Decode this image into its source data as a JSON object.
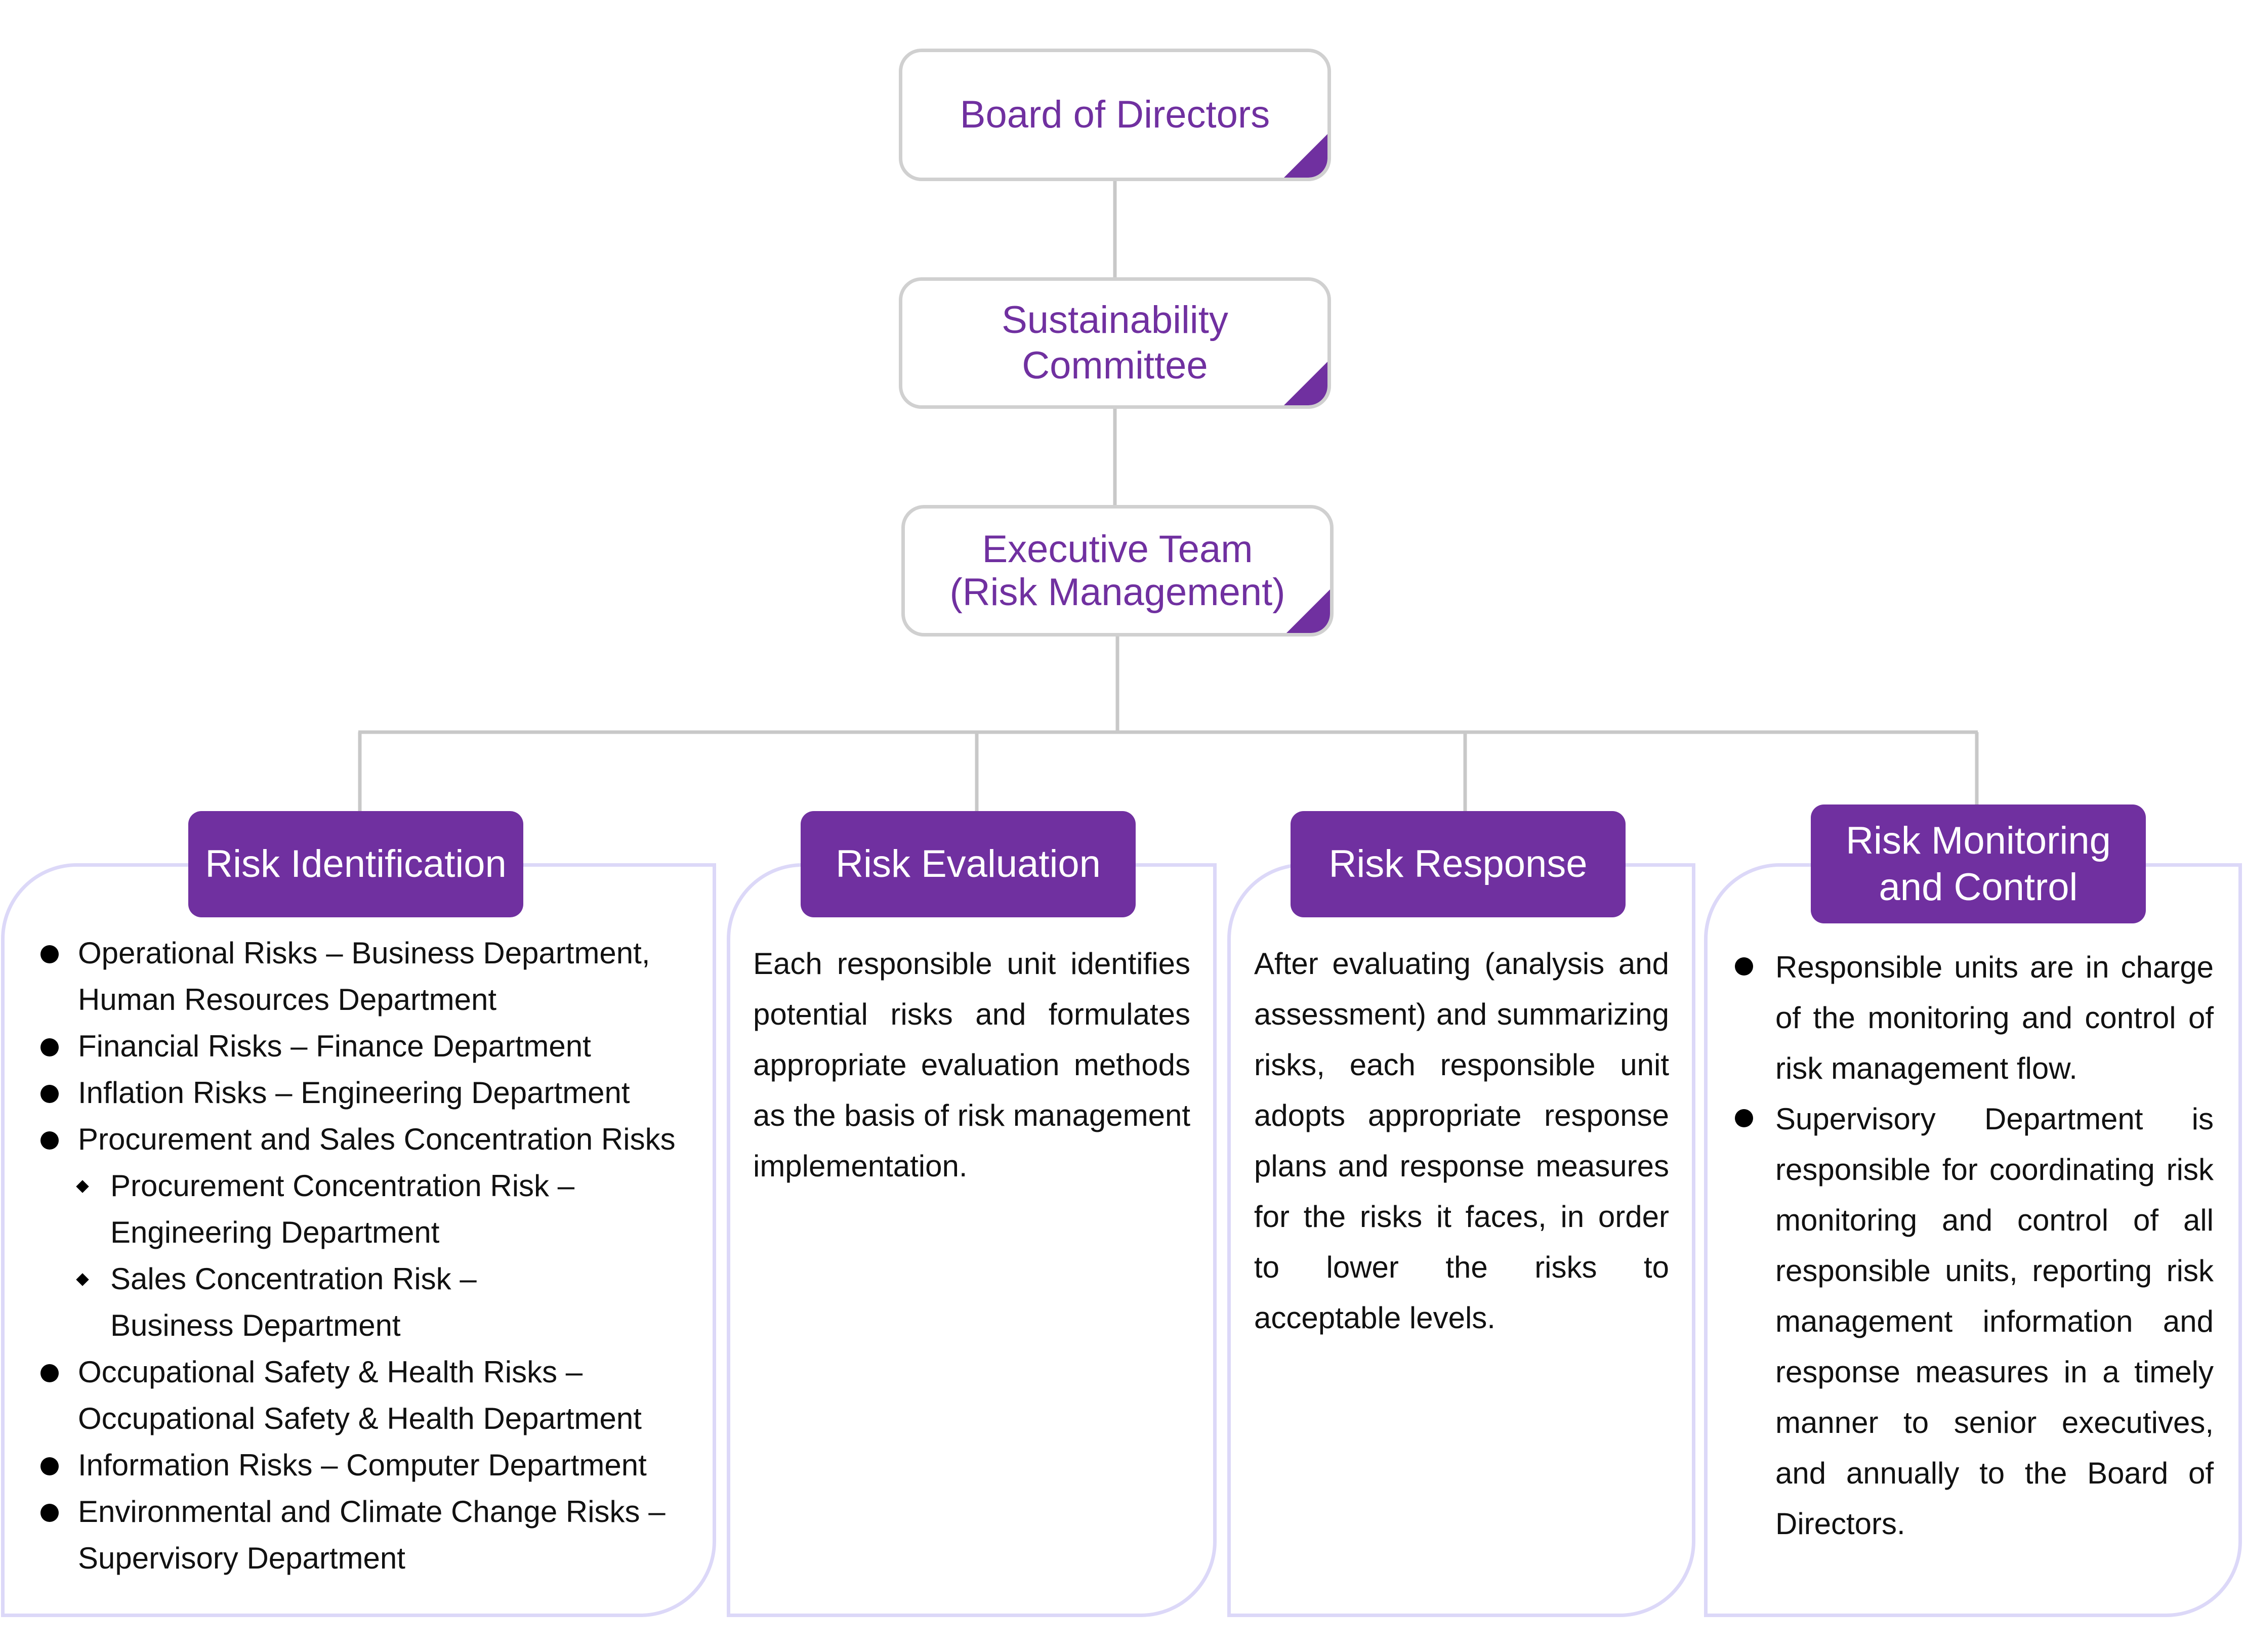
{
  "hierarchy": {
    "board": "Board of Directors",
    "committee": [
      "Sustainability",
      "Committee"
    ],
    "executive": [
      "Executive Team",
      "(Risk Management)"
    ]
  },
  "colors": {
    "accent": "#7030a0",
    "connector": "#c8c8c8",
    "panel_border": "#dcd8f8"
  },
  "risk_identification": {
    "title": "Risk Identification",
    "items": [
      {
        "level": 1,
        "lines": [
          "Operational Risks – Business Department,",
          "Human Resources Department"
        ]
      },
      {
        "level": 1,
        "lines": [
          "Financial Risks – Finance Department"
        ]
      },
      {
        "level": 1,
        "lines": [
          "Inflation Risks – Engineering Department"
        ]
      },
      {
        "level": 1,
        "lines": [
          "Procurement and Sales Concentration Risks"
        ]
      },
      {
        "level": 2,
        "lines": [
          "Procurement Concentration Risk –",
          "Engineering Department"
        ]
      },
      {
        "level": 2,
        "lines": [
          "Sales Concentration Risk –",
          "Business Department"
        ]
      },
      {
        "level": 1,
        "lines": [
          "Occupational Safety & Health Risks –",
          "Occupational Safety & Health Department"
        ]
      },
      {
        "level": 1,
        "lines": [
          "Information Risks – Computer Department"
        ]
      },
      {
        "level": 1,
        "lines": [
          "Environmental and Climate Change Risks –",
          "Supervisory Department"
        ]
      }
    ]
  },
  "risk_evaluation": {
    "title": "Risk Evaluation",
    "text": "Each responsible unit identifies potential risks and formulates appropriate evaluation methods as the basis of risk management implementation."
  },
  "risk_response": {
    "title": "Risk Response",
    "text": "After evaluating (analysis and assessment) and summarizing risks, each responsible unit adopts appropriate response plans and response measures for the risks it faces, in order to lower the risks to acceptable levels."
  },
  "risk_monitoring": {
    "title": [
      "Risk Monitoring",
      "and Control"
    ],
    "items": [
      "Responsible units are in charge of the monitoring and control of risk management flow.",
      "Supervisory Department is responsible for coordinating risk monitoring and control of all responsible units, reporting risk management information and response measures in a timely manner to senior executives, and annually to the Board of Directors."
    ]
  }
}
